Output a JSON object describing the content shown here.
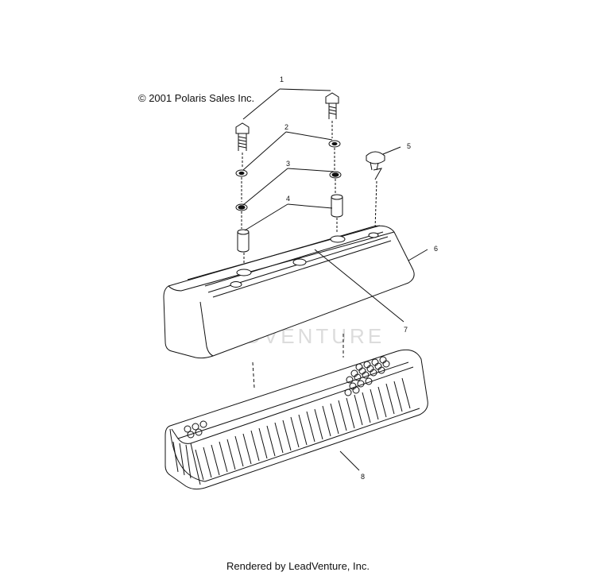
{
  "diagram": {
    "copyright": "© 2001 Polaris Sales Inc.",
    "footer": "Rendered by LeadVenture, Inc.",
    "watermark": "LEADVENTURE",
    "callouts": [
      {
        "id": "1",
        "label": "1"
      },
      {
        "id": "2",
        "label": "2"
      },
      {
        "id": "3",
        "label": "3"
      },
      {
        "id": "4",
        "label": "4"
      },
      {
        "id": "5",
        "label": "5"
      },
      {
        "id": "6",
        "label": "6"
      },
      {
        "id": "7",
        "label": "7"
      },
      {
        "id": "8",
        "label": "8"
      }
    ]
  }
}
